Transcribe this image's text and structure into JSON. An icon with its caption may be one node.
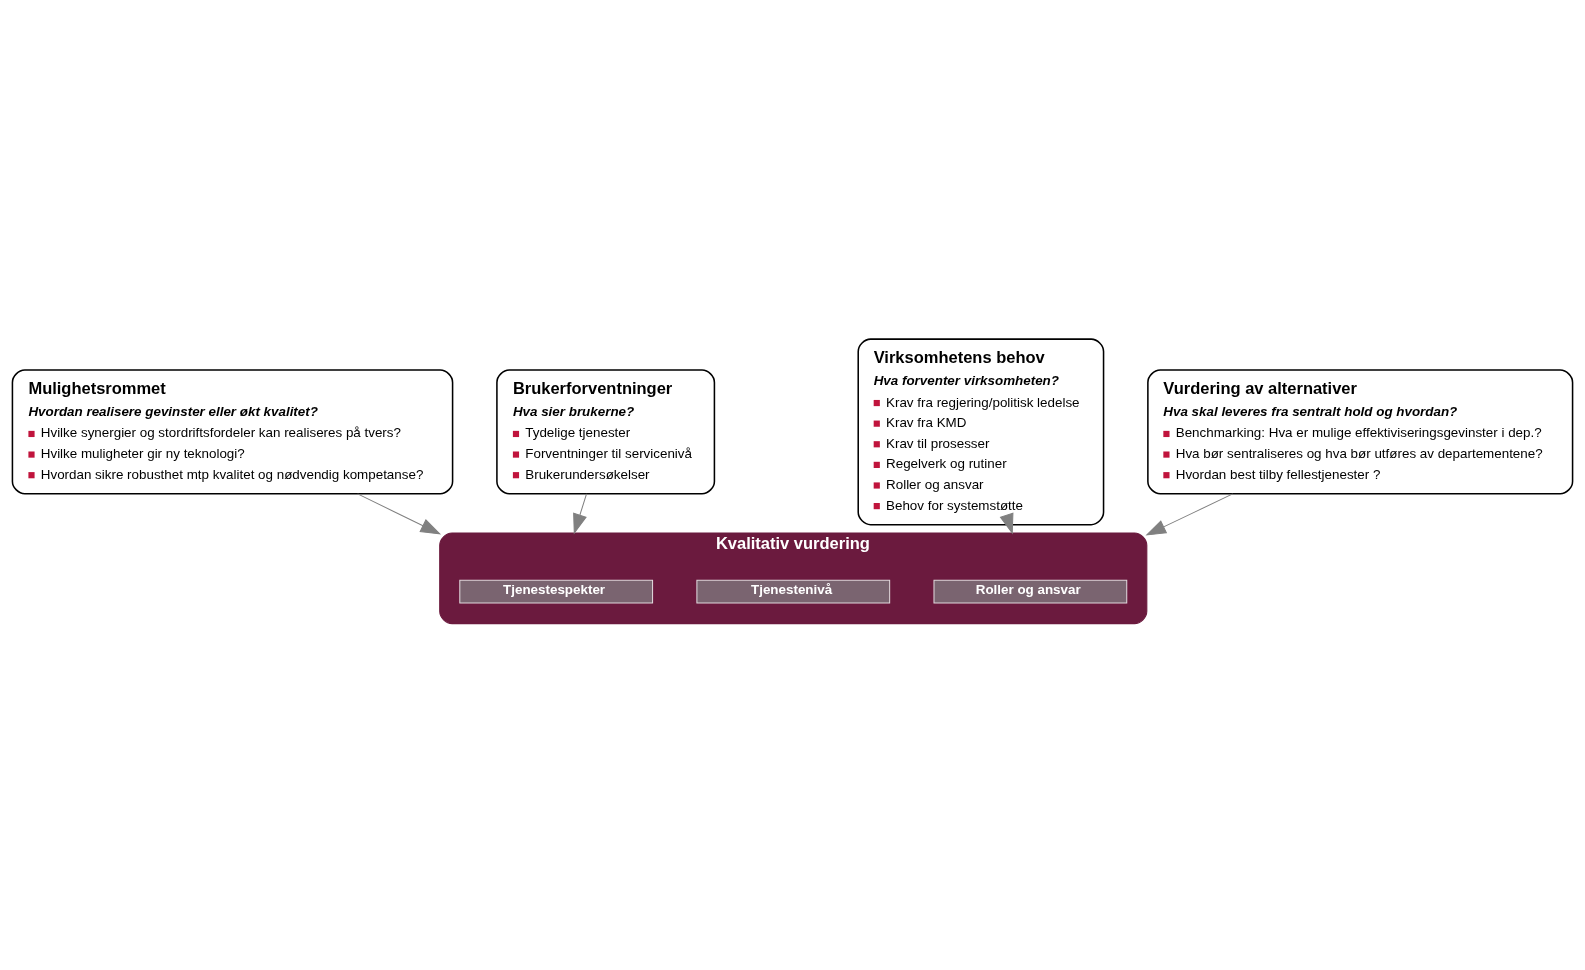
{
  "diagram": {
    "nodes": [
      {
        "text": [
          "Mulighetsrommet",
          "Hvordan realisere gevinster eller økt kvalitet?",
          "Hvilke synergier og stordriftsfordeler kan realiseres på tvers?",
          "Hvilke muligheter gir ny teknologi?",
          "Hvordan sikre robusthet mtp kvalitet og nødvendig kompetanse?"
        ]
      },
      {
        "text": [
          "Virksomhetens behov",
          "Hva forventer virksomheten?",
          "Krav fra regjering/politisk ledelse",
          "Krav fra KMD",
          "Krav til prosesser",
          "Regelverk og rutiner",
          "Roller og ansvar",
          "Behov for systemstøtte"
        ]
      },
      {
        "text": [
          "Kvalitativ vurdering"
        ]
      },
      {
        "text": [
          "Tjenestespekter"
        ],
        "in": 2
      },
      {
        "text": [
          "Tjenestenivå"
        ],
        "in": 2
      },
      {
        "text": [
          "Roller og ansvar"
        ],
        "in": 2
      },
      {
        "text": [
          "Brukerforventninger",
          "Hva sier brukerne?",
          "Tydelige tjenester",
          "Forventninger til servicenivå",
          "Brukerundersøkelser"
        ]
      },
      {
        "text": [
          "Vurdering av alternativer",
          "Hva skal leveres fra sentralt hold og hvordan?",
          "Benchmarking: Hva er mulige effektiviseringsgevinster i dep.?",
          "Hva bør sentraliseres og hva bør utføres av departementene?",
          "Hvordan best tilby fellestjenester ?"
        ]
      }
    ],
    "edges": [
      {
        "from": 0,
        "to": 2,
        "arrow": "to"
      },
      {
        "from": 1,
        "to": 2,
        "arrow": "to"
      },
      {
        "from": 6,
        "to": 2,
        "arrow": "to"
      },
      {
        "from": 7,
        "to": 2,
        "arrow": "to"
      }
    ]
  }
}
